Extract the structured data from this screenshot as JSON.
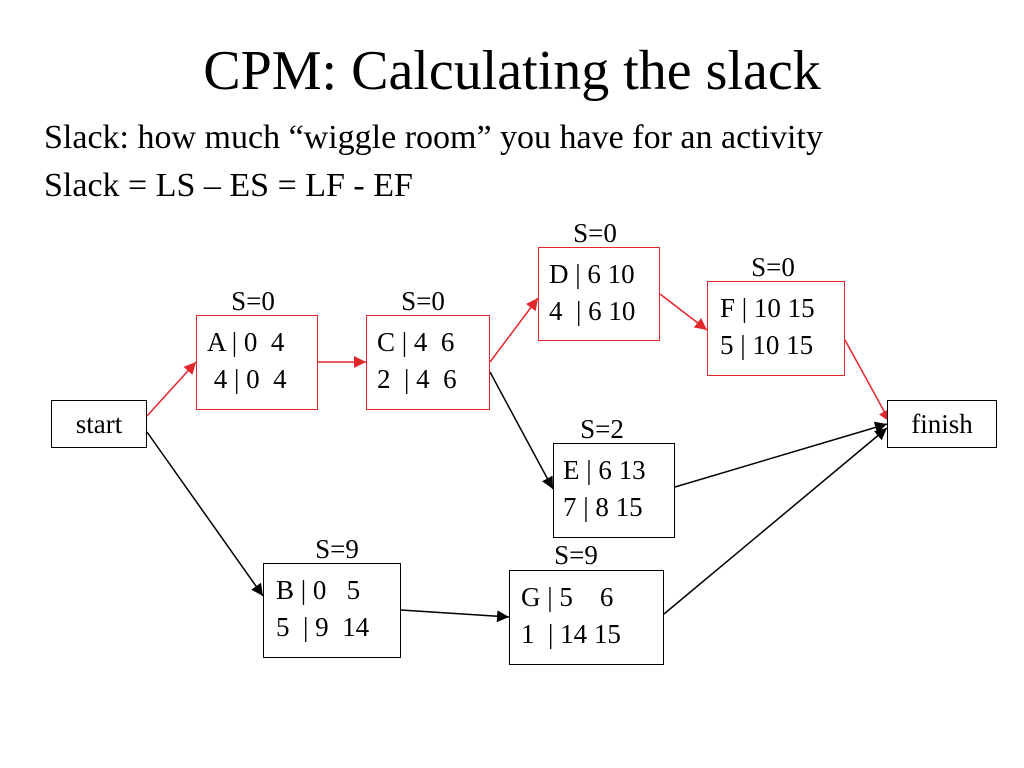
{
  "title": "CPM: Calculating the slack",
  "text": {
    "line1": "Slack: how much “wiggle room” you have for an activity",
    "line2": "Slack = LS – ES = LF - EF"
  },
  "nodes": {
    "start": {
      "label": "start"
    },
    "finish": {
      "label": "finish"
    },
    "A": {
      "slack": "S=0",
      "row1": "A | 0  4",
      "row2": " 4 | 0  4"
    },
    "B": {
      "slack": "S=9",
      "row1": "B | 0   5",
      "row2": "5  | 9  14"
    },
    "C": {
      "slack": "S=0",
      "row1": "C | 4  6",
      "row2": "2  | 4  6"
    },
    "D": {
      "slack": "S=0",
      "row1": "D | 6 10",
      "row2": "4  | 6 10"
    },
    "E": {
      "slack": "S=2",
      "row1": "E | 6 13",
      "row2": "7 | 8 15"
    },
    "F": {
      "slack": "S=0",
      "row1": "F | 10 15",
      "row2": "5 | 10 15"
    },
    "G": {
      "slack": "S=9",
      "row1": "G | 5    6",
      "row2": "1  | 14 15"
    }
  },
  "edges": [
    {
      "from": "start",
      "to": "A",
      "critical": true
    },
    {
      "from": "start",
      "to": "B",
      "critical": false
    },
    {
      "from": "A",
      "to": "C",
      "critical": true
    },
    {
      "from": "C",
      "to": "D",
      "critical": true
    },
    {
      "from": "C",
      "to": "E",
      "critical": false
    },
    {
      "from": "D",
      "to": "F",
      "critical": true
    },
    {
      "from": "F",
      "to": "finish",
      "critical": true
    },
    {
      "from": "E",
      "to": "finish",
      "critical": false
    },
    {
      "from": "B",
      "to": "G",
      "critical": false
    },
    {
      "from": "G",
      "to": "finish",
      "critical": false
    }
  ],
  "colors": {
    "critical": "#e3262b",
    "normal": "#000000"
  }
}
